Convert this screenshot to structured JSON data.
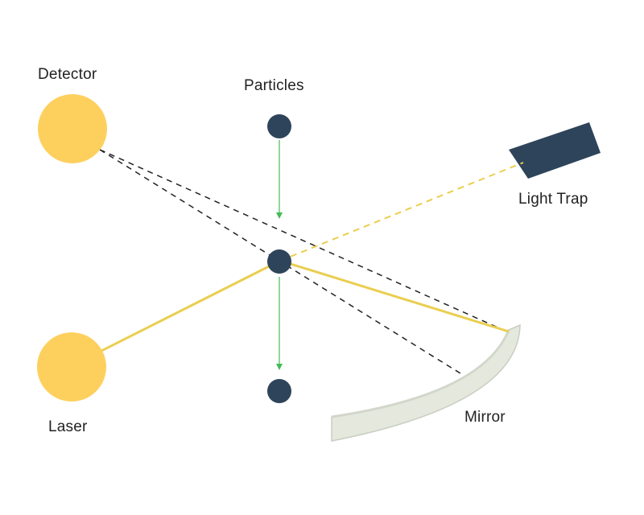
{
  "labels": {
    "detector": "Detector",
    "particles": "Particles",
    "light_trap": "Light Trap",
    "laser": "Laser",
    "mirror": "Mirror"
  },
  "colors": {
    "source_circles": "#FDD05E",
    "particles_and_trap": "#2E445A",
    "laser_beam": "#EACE4F",
    "scatter_lines": "#222222",
    "particle_motion_arrows": "#44BB55",
    "mirror": "#E4E8DD",
    "mirror_edge": "#C9CDC2",
    "text": "#222222"
  },
  "icons": {
    "detector": "yellow-circle",
    "laser": "yellow-circle",
    "particle": "dark-circle",
    "light_trap": "dark-block",
    "mirror": "curved-mirror",
    "motion": "down-arrow"
  }
}
